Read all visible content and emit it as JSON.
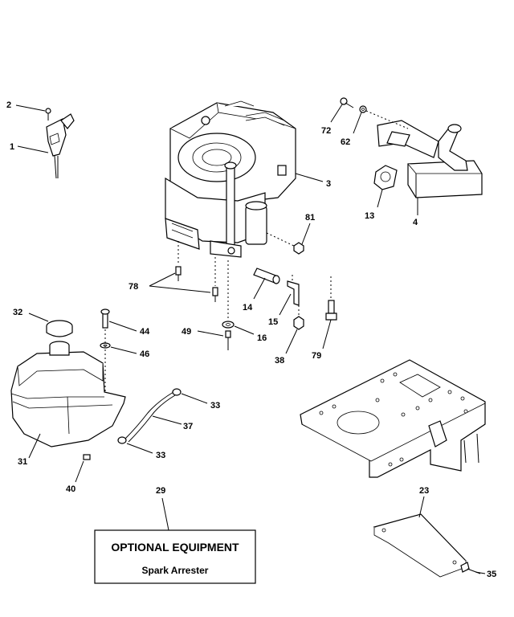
{
  "parts": {
    "p1": "1",
    "p2": "2",
    "p3": "3",
    "p4": "4",
    "p13": "13",
    "p14": "14",
    "p15": "15",
    "p16": "16",
    "p23": "23",
    "p29": "29",
    "p31": "31",
    "p32": "32",
    "p33a": "33",
    "p33b": "33",
    "p35": "35",
    "p37": "37",
    "p38": "38",
    "p40": "40",
    "p44": "44",
    "p46": "46",
    "p49": "49",
    "p62": "62",
    "p72": "72",
    "p78": "78",
    "p79": "79",
    "p81": "81"
  },
  "optional_box": {
    "title": "OPTIONAL EQUIPMENT",
    "subtitle": "Spark Arrester"
  }
}
